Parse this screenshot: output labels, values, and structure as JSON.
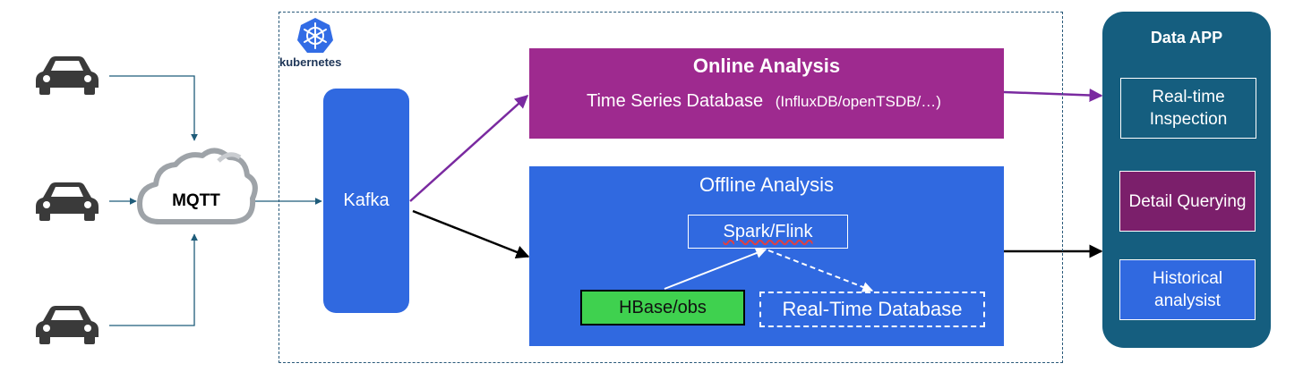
{
  "platform": {
    "label": "kubernetes",
    "logo_icon": "kubernetes-helm-icon"
  },
  "sources": {
    "cars": [
      "car-icon",
      "car-icon",
      "car-icon"
    ]
  },
  "mqtt": {
    "label": "MQTT",
    "icon": "cloud-icon"
  },
  "kafka": {
    "label": "Kafka"
  },
  "online": {
    "title": "Online Analysis",
    "db": "Time Series Database",
    "db_detail": "(InfluxDB/openTSDB/…)"
  },
  "offline": {
    "title": "Offline Analysis",
    "engine": "Spark/Flink",
    "storage": "HBase/obs",
    "realtime_db": "Real-Time Database"
  },
  "app": {
    "title": "Data APP",
    "items": [
      {
        "label": "Real-time Inspection"
      },
      {
        "label": "Detail Querying"
      },
      {
        "label": "Historical analysist"
      }
    ]
  },
  "colors": {
    "kafka": "#3069e0",
    "online": "#9e2a8f",
    "offline": "#3069e0",
    "storage": "#3fd14f",
    "app_panel": "#155e7f",
    "detail_box": "#7b1f6b",
    "arrow_teal": "#1f5c7a",
    "arrow_purple": "#7a2aa0"
  }
}
